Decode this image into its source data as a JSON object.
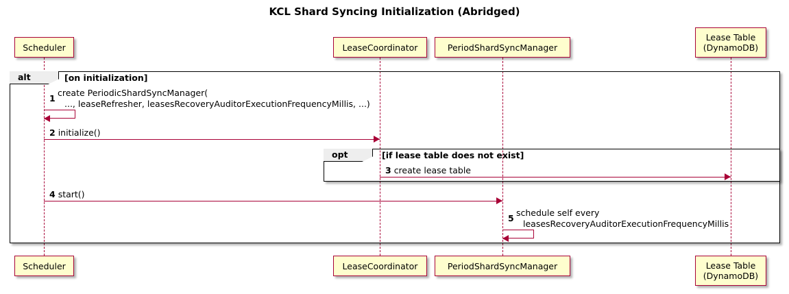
{
  "title": "KCL Shard Syncing Initialization (Abridged)",
  "colors": {
    "participant_fill": "#FEFECE",
    "participant_border": "#A80036",
    "arrow": "#A80036",
    "fragment_border": "#000000",
    "fragment_label_fill": "#EEEEEE",
    "background": "#FFFFFF"
  },
  "participants": [
    {
      "id": "scheduler",
      "line1": "Scheduler",
      "line2": ""
    },
    {
      "id": "lease-coordinator",
      "line1": "LeaseCoordinator",
      "line2": ""
    },
    {
      "id": "period-shard-sync-manager",
      "line1": "PeriodShardSyncManager",
      "line2": ""
    },
    {
      "id": "lease-table",
      "line1": "Lease Table",
      "line2": "(DynamoDB)"
    }
  ],
  "fragments": [
    {
      "id": "alt",
      "operator": "alt",
      "condition": "[on initialization]"
    },
    {
      "id": "opt",
      "operator": "opt",
      "condition": "[if lease table does not exist]"
    }
  ],
  "messages": [
    {
      "num": "1",
      "line1": "create PeriodicShardSyncManager(",
      "line2": "..., leaseRefresher, leasesRecoveryAuditorExecutionFrequencyMillis, ...)",
      "from": "Scheduler",
      "to": "Scheduler",
      "kind": "self"
    },
    {
      "num": "2",
      "line1": "initialize()",
      "line2": "",
      "from": "Scheduler",
      "to": "LeaseCoordinator",
      "kind": "call"
    },
    {
      "num": "3",
      "line1": "create lease table",
      "line2": "",
      "from": "LeaseCoordinator",
      "to": "Lease Table (DynamoDB)",
      "kind": "call"
    },
    {
      "num": "4",
      "line1": "start()",
      "line2": "",
      "from": "Scheduler",
      "to": "PeriodShardSyncManager",
      "kind": "call"
    },
    {
      "num": "5",
      "line1": "schedule self every",
      "line2": "leasesRecoveryAuditorExecutionFrequencyMillis",
      "from": "PeriodShardSyncManager",
      "to": "PeriodShardSyncManager",
      "kind": "self"
    }
  ]
}
